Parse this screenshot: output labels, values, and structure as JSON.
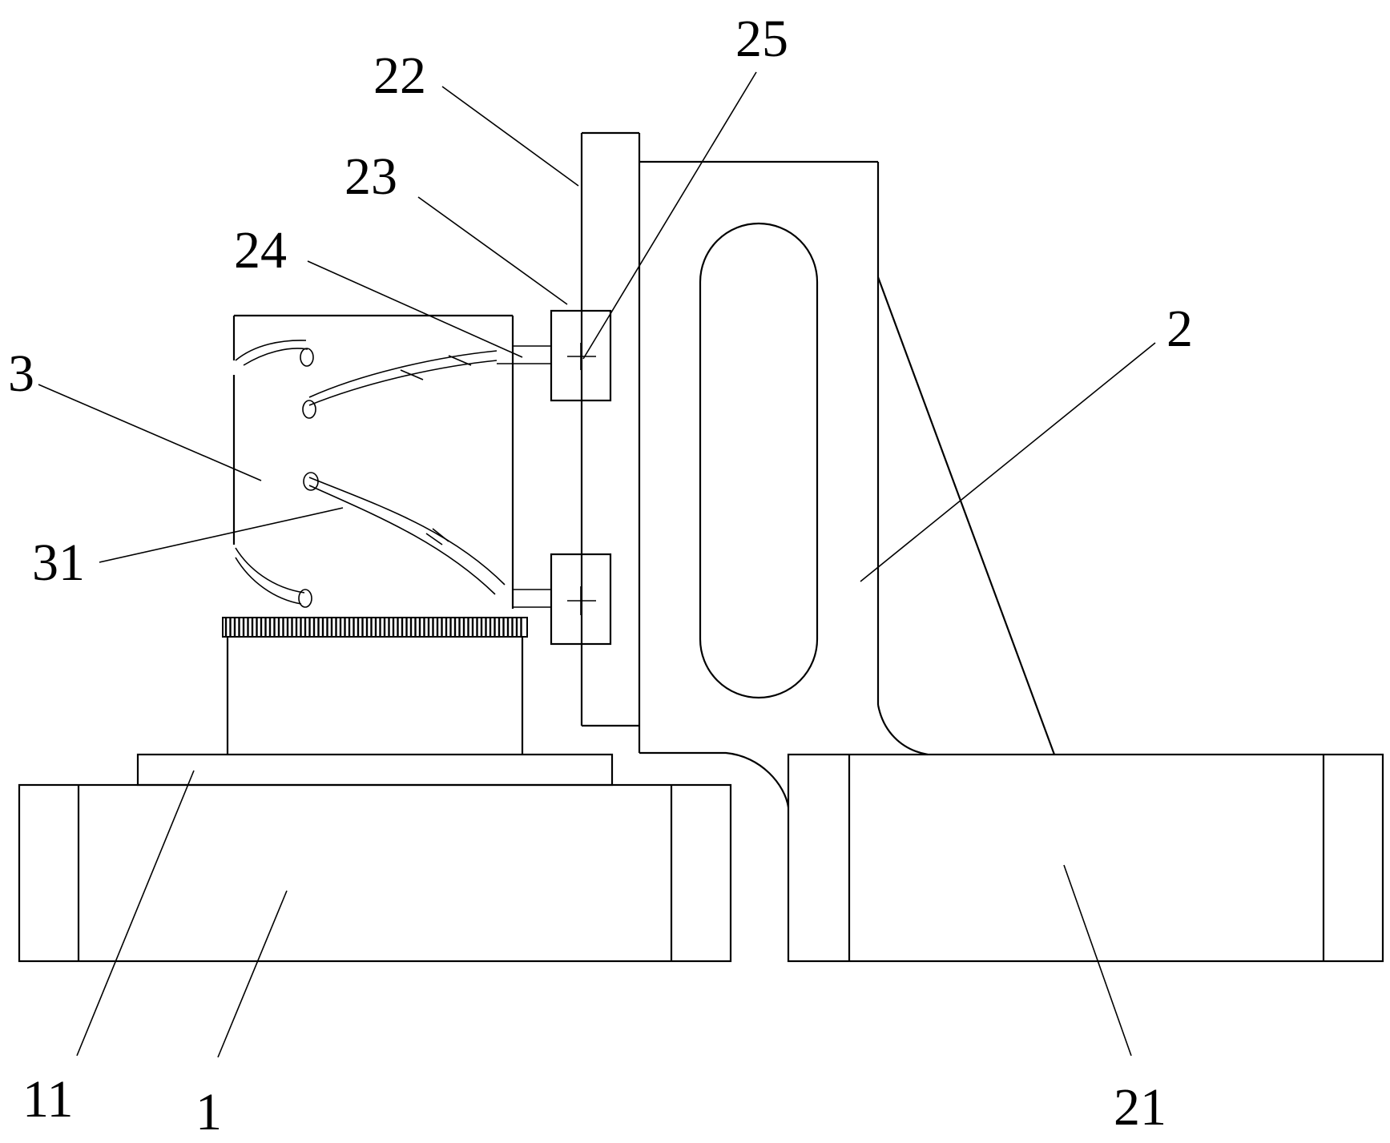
{
  "callouts": [
    {
      "id": "c22",
      "text": "22"
    },
    {
      "id": "c25",
      "text": "25"
    },
    {
      "id": "c23",
      "text": "23"
    },
    {
      "id": "c24",
      "text": "24"
    },
    {
      "id": "c3",
      "text": "3"
    },
    {
      "id": "c2",
      "text": "2"
    },
    {
      "id": "c31",
      "text": "31"
    },
    {
      "id": "c11",
      "text": "11"
    },
    {
      "id": "c1",
      "text": "1"
    },
    {
      "id": "c21",
      "text": "21"
    }
  ]
}
